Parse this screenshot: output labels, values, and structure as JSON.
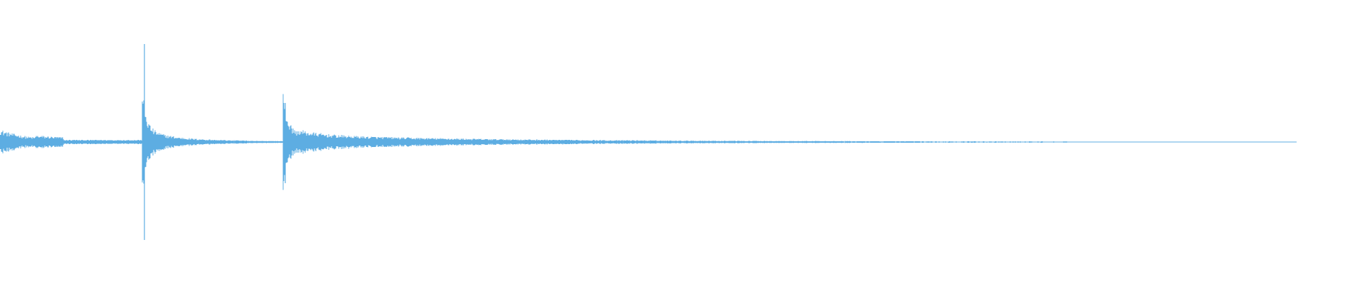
{
  "waveform": {
    "color": "#5dade2",
    "background": "#ffffff",
    "style": "audio-waveform",
    "events": [
      {
        "name": "onset-1",
        "strength": 0.18
      },
      {
        "name": "transient-1",
        "strength": 1.0
      },
      {
        "name": "transient-2",
        "strength": 0.42
      }
    ]
  }
}
